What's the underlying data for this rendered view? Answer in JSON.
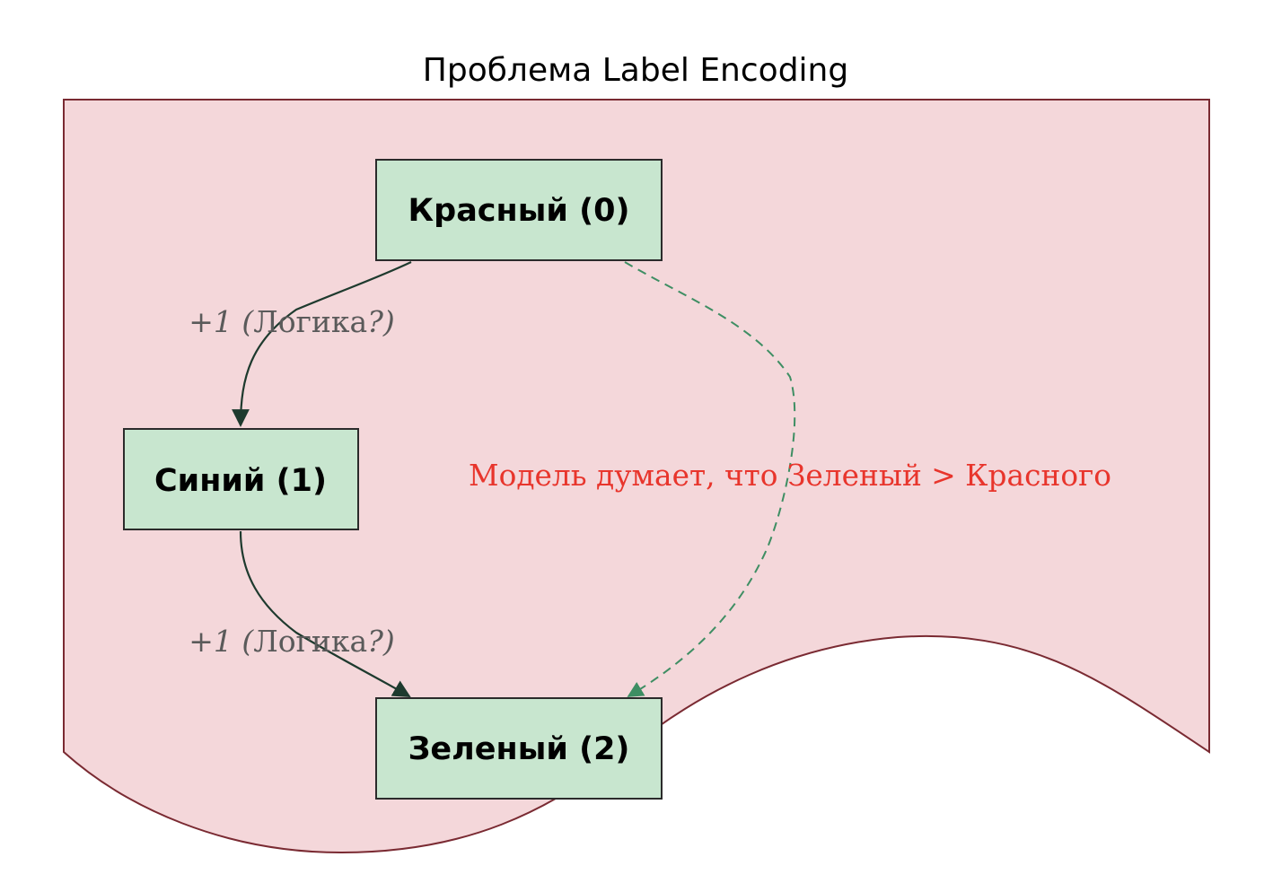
{
  "title": "Проблема Label Encoding",
  "nodes": {
    "red": "Красный (0)",
    "blue": "Синий (1)",
    "green": "Зеленый (2)"
  },
  "edges": {
    "red_to_blue": {
      "plus": "+",
      "one": "1",
      "open": " (",
      "word": "Логика",
      "close": "?)"
    },
    "blue_to_green": {
      "plus": "+",
      "one": "1",
      "open": " (",
      "word": "Логика",
      "close": "?)"
    }
  },
  "note": "Модель думает, что Зеленый > Красного",
  "colors": {
    "document_fill": "#f4d7da",
    "document_stroke": "#7a2a32",
    "node_fill": "#c8e6cf",
    "node_stroke": "#2b2b2b",
    "solid_edge": "#1e3a2e",
    "dashed_edge": "#3e8e63",
    "note_text": "#e8352c",
    "edge_label_text": "#5a5a5a"
  }
}
